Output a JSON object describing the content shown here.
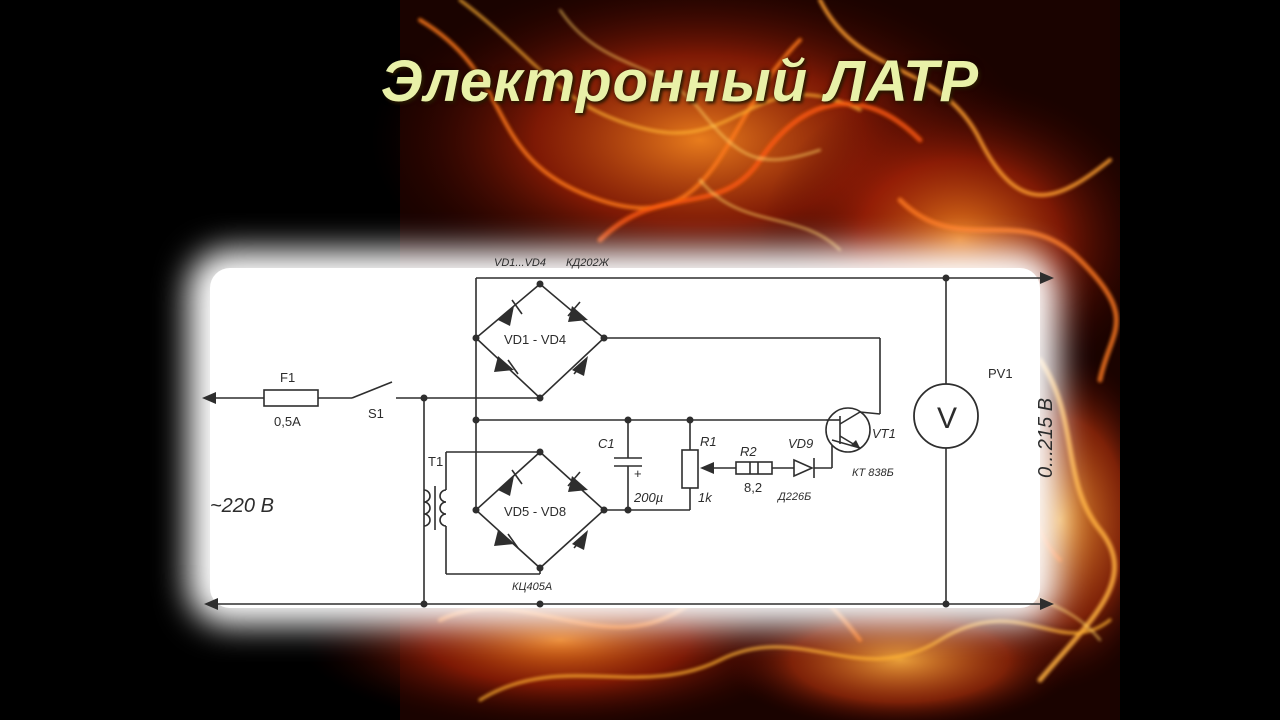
{
  "title": "Электронный ЛАТР",
  "labels": {
    "bridge1_top": "VD1...VD4",
    "bridge1_type": "КД202Ж",
    "bridge1": "VD1 - VD4",
    "bridge2": "VD5 - VD8",
    "bridge2_type": "КЦ405А",
    "fuse": "F1",
    "fuse_value": "0,5А",
    "switch": "S1",
    "transformer": "T1",
    "mains": "~220 В",
    "c1": "C1",
    "c1_value": "200µ",
    "c1_plus": "+",
    "r1": "R1",
    "r1_value": "1k",
    "r2": "R2",
    "r2_value": "8,2",
    "vd9": "VD9",
    "vd9_type": "Д226Б",
    "vt1": "VT1",
    "vt1_type": "КТ 838Б",
    "pv1": "PV1",
    "meter": "V",
    "output": "0...215 В"
  },
  "colors": {
    "title": "#e9f1a8",
    "background": "#000000",
    "flame": "#ff6a10",
    "panel": "#ffffff",
    "ink": "#2e2e2e"
  }
}
